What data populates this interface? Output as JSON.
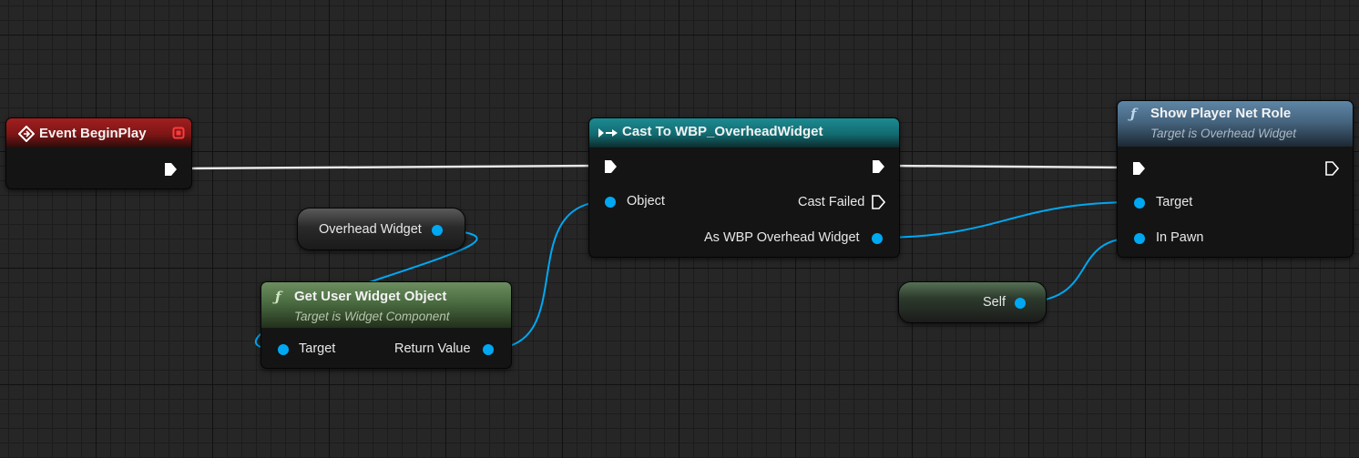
{
  "graph": {
    "event_begin_play": {
      "title": "Event BeginPlay"
    },
    "overhead_widget_var": {
      "label": "Overhead Widget"
    },
    "get_user_widget_object": {
      "title": "Get User Widget Object",
      "subtitle": "Target is Widget Component",
      "pin_target": "Target",
      "pin_return_value": "Return Value"
    },
    "cast_node": {
      "title": "Cast To WBP_OverheadWidget",
      "pin_object": "Object",
      "pin_cast_failed": "Cast Failed",
      "pin_as_widget": "As WBP Overhead Widget"
    },
    "show_player_net_role": {
      "title": "Show Player Net Role",
      "subtitle": "Target is Overhead Widget",
      "pin_target": "Target",
      "pin_in_pawn": "In Pawn"
    },
    "self_node": {
      "label": "Self"
    }
  },
  "colors": {
    "event_header": "#8f1a1a",
    "cast_header": "#157a82",
    "function_header_blue": "#4d6f8a",
    "function_header_green": "#4f6e44",
    "object_pin": "#00a8f2",
    "exec_pin": "#ffffff",
    "exec_wire": "#e8e8e8"
  },
  "icons": {
    "event": "event-diamond-icon",
    "cast": "cast-arrows-icon",
    "function": "function-f-icon",
    "delegate": "delegate-square-icon"
  }
}
